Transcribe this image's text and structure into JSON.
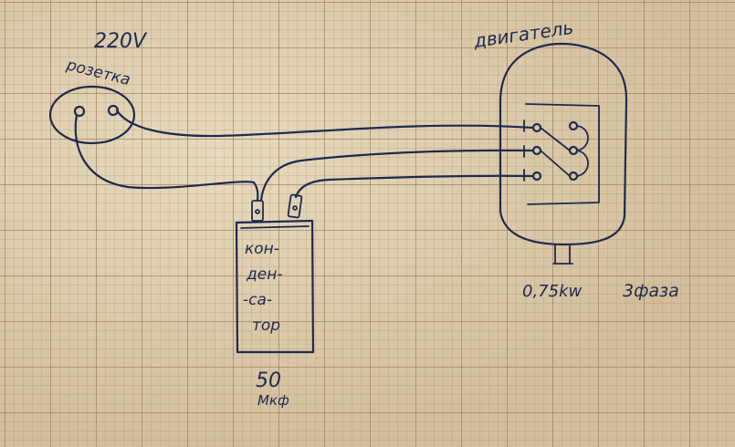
{
  "ink_color": "#1e2a4f",
  "paper_color": "#dcc9a6",
  "socket": {
    "voltage": "220V",
    "label": "розетка"
  },
  "motor": {
    "label": "двигатель",
    "power": "0,75kw",
    "phases": "3фаза"
  },
  "capacitor": {
    "line1": "кон-",
    "line2": "ден-",
    "line3": "-са-",
    "line4": "тор",
    "value": "50",
    "unit": "Мкф"
  }
}
